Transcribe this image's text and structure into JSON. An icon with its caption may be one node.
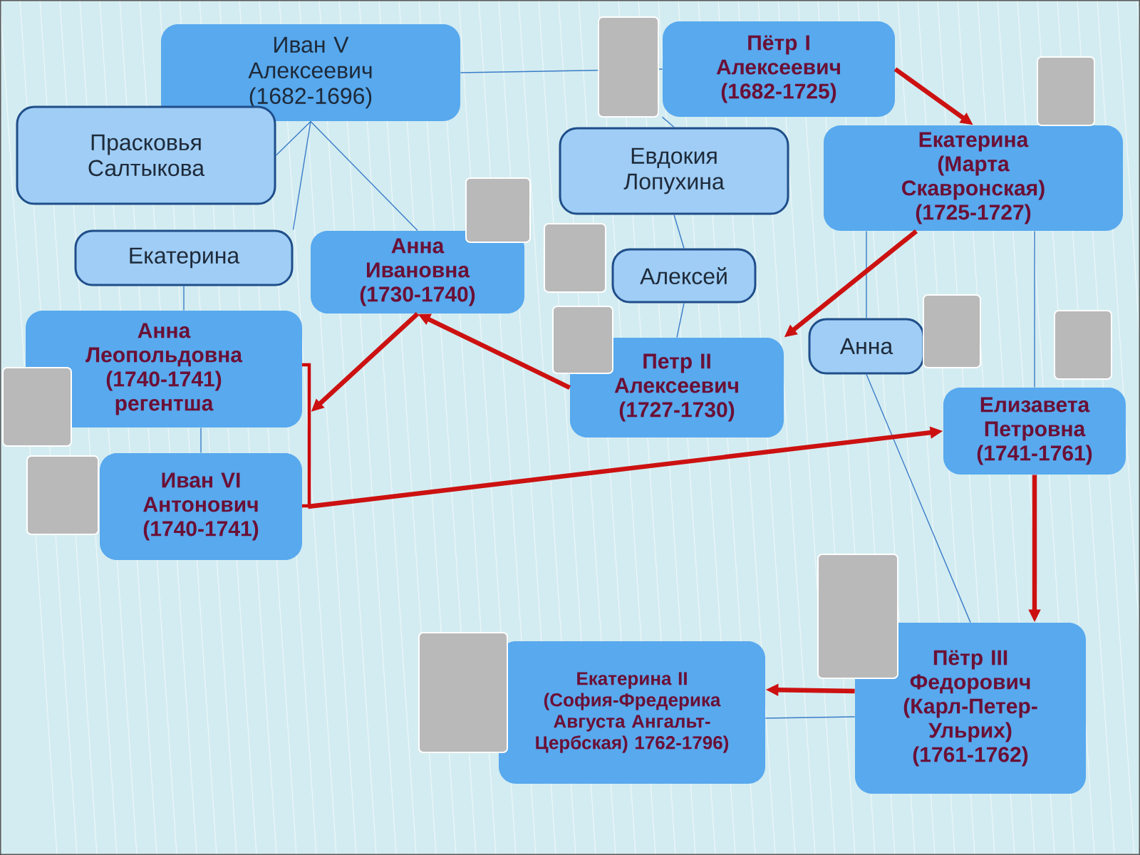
{
  "diagram": {
    "nodes": [
      {
        "text": [
          "Иван V Алексеевич (1682-1696)"
        ]
      },
      {
        "text": [
          "Прасковья Салтыкова"
        ]
      },
      {
        "text": [
          "Пётр I Алексеевич (1682-1725)"
        ]
      },
      {
        "text": [
          "Евдокия Лопухина"
        ]
      },
      {
        "text": [
          "Екатерина (Марта Скавронская) (1725-1727)"
        ]
      },
      {
        "text": [
          "Екатерина"
        ]
      },
      {
        "text": [
          "Анна Ивановна (1730-1740)"
        ]
      },
      {
        "text": [
          "Алексей"
        ]
      },
      {
        "text": [
          "Анна Леопольдовна (1740-1741) регентша"
        ]
      },
      {
        "text": [
          "Петр II Алексеевич (1727-1730)"
        ]
      },
      {
        "text": [
          "Анна"
        ]
      },
      {
        "text": [
          "Елизавета Петровна (1741-1761)"
        ]
      },
      {
        "text": [
          "Иван VI Антонович (1740-1741)"
        ]
      },
      {
        "text": [
          "Пётр III Федорович (Карл-Петер-Ульрих) (1761-1762)"
        ]
      },
      {
        "text": [
          "Екатерина II (София-Фредерика Августа Ангальт-Цербская) 1762-1796)"
        ]
      }
    ],
    "edges": [
      {
        "from": 0,
        "to": 2,
        "arrow": "none"
      },
      {
        "from": 0,
        "to": 1,
        "arrow": "none"
      },
      {
        "from": 0,
        "to": 5,
        "arrow": "none"
      },
      {
        "from": 0,
        "to": 6,
        "arrow": "none"
      },
      {
        "from": 2,
        "to": 3,
        "arrow": "none"
      },
      {
        "from": 3,
        "to": 7,
        "arrow": "none"
      },
      {
        "from": 7,
        "to": 9,
        "arrow": "none"
      },
      {
        "from": 5,
        "to": 8,
        "arrow": "none"
      },
      {
        "from": 8,
        "to": 12,
        "arrow": "none"
      },
      {
        "from": 4,
        "to": 10,
        "arrow": "none"
      },
      {
        "from": 4,
        "to": 11,
        "arrow": "none"
      },
      {
        "from": 10,
        "to": 13,
        "arrow": "none"
      },
      {
        "from": 13,
        "to": 14,
        "arrow": "none"
      },
      {
        "from": 2,
        "to": 4,
        "arrow": "to",
        "style": "thick",
        "color": "#cc1111"
      },
      {
        "from": 4,
        "to": 9,
        "arrow": "to",
        "style": "thick",
        "color": "#cc1111"
      },
      {
        "from": 9,
        "to": 6,
        "arrow": "to",
        "style": "thick",
        "color": "#cc1111"
      },
      {
        "from": 6,
        "to": 8,
        "arrow": "to",
        "style": "thick",
        "color": "#cc1111"
      },
      {
        "from": 12,
        "to": 11,
        "arrow": "to",
        "style": "thick",
        "color": "#cc1111"
      },
      {
        "from": 11,
        "to": 13,
        "arrow": "to",
        "style": "thick",
        "color": "#cc1111"
      },
      {
        "from": 13,
        "to": 14,
        "arrow": "to",
        "style": "thick",
        "color": "#cc1111"
      }
    ]
  }
}
